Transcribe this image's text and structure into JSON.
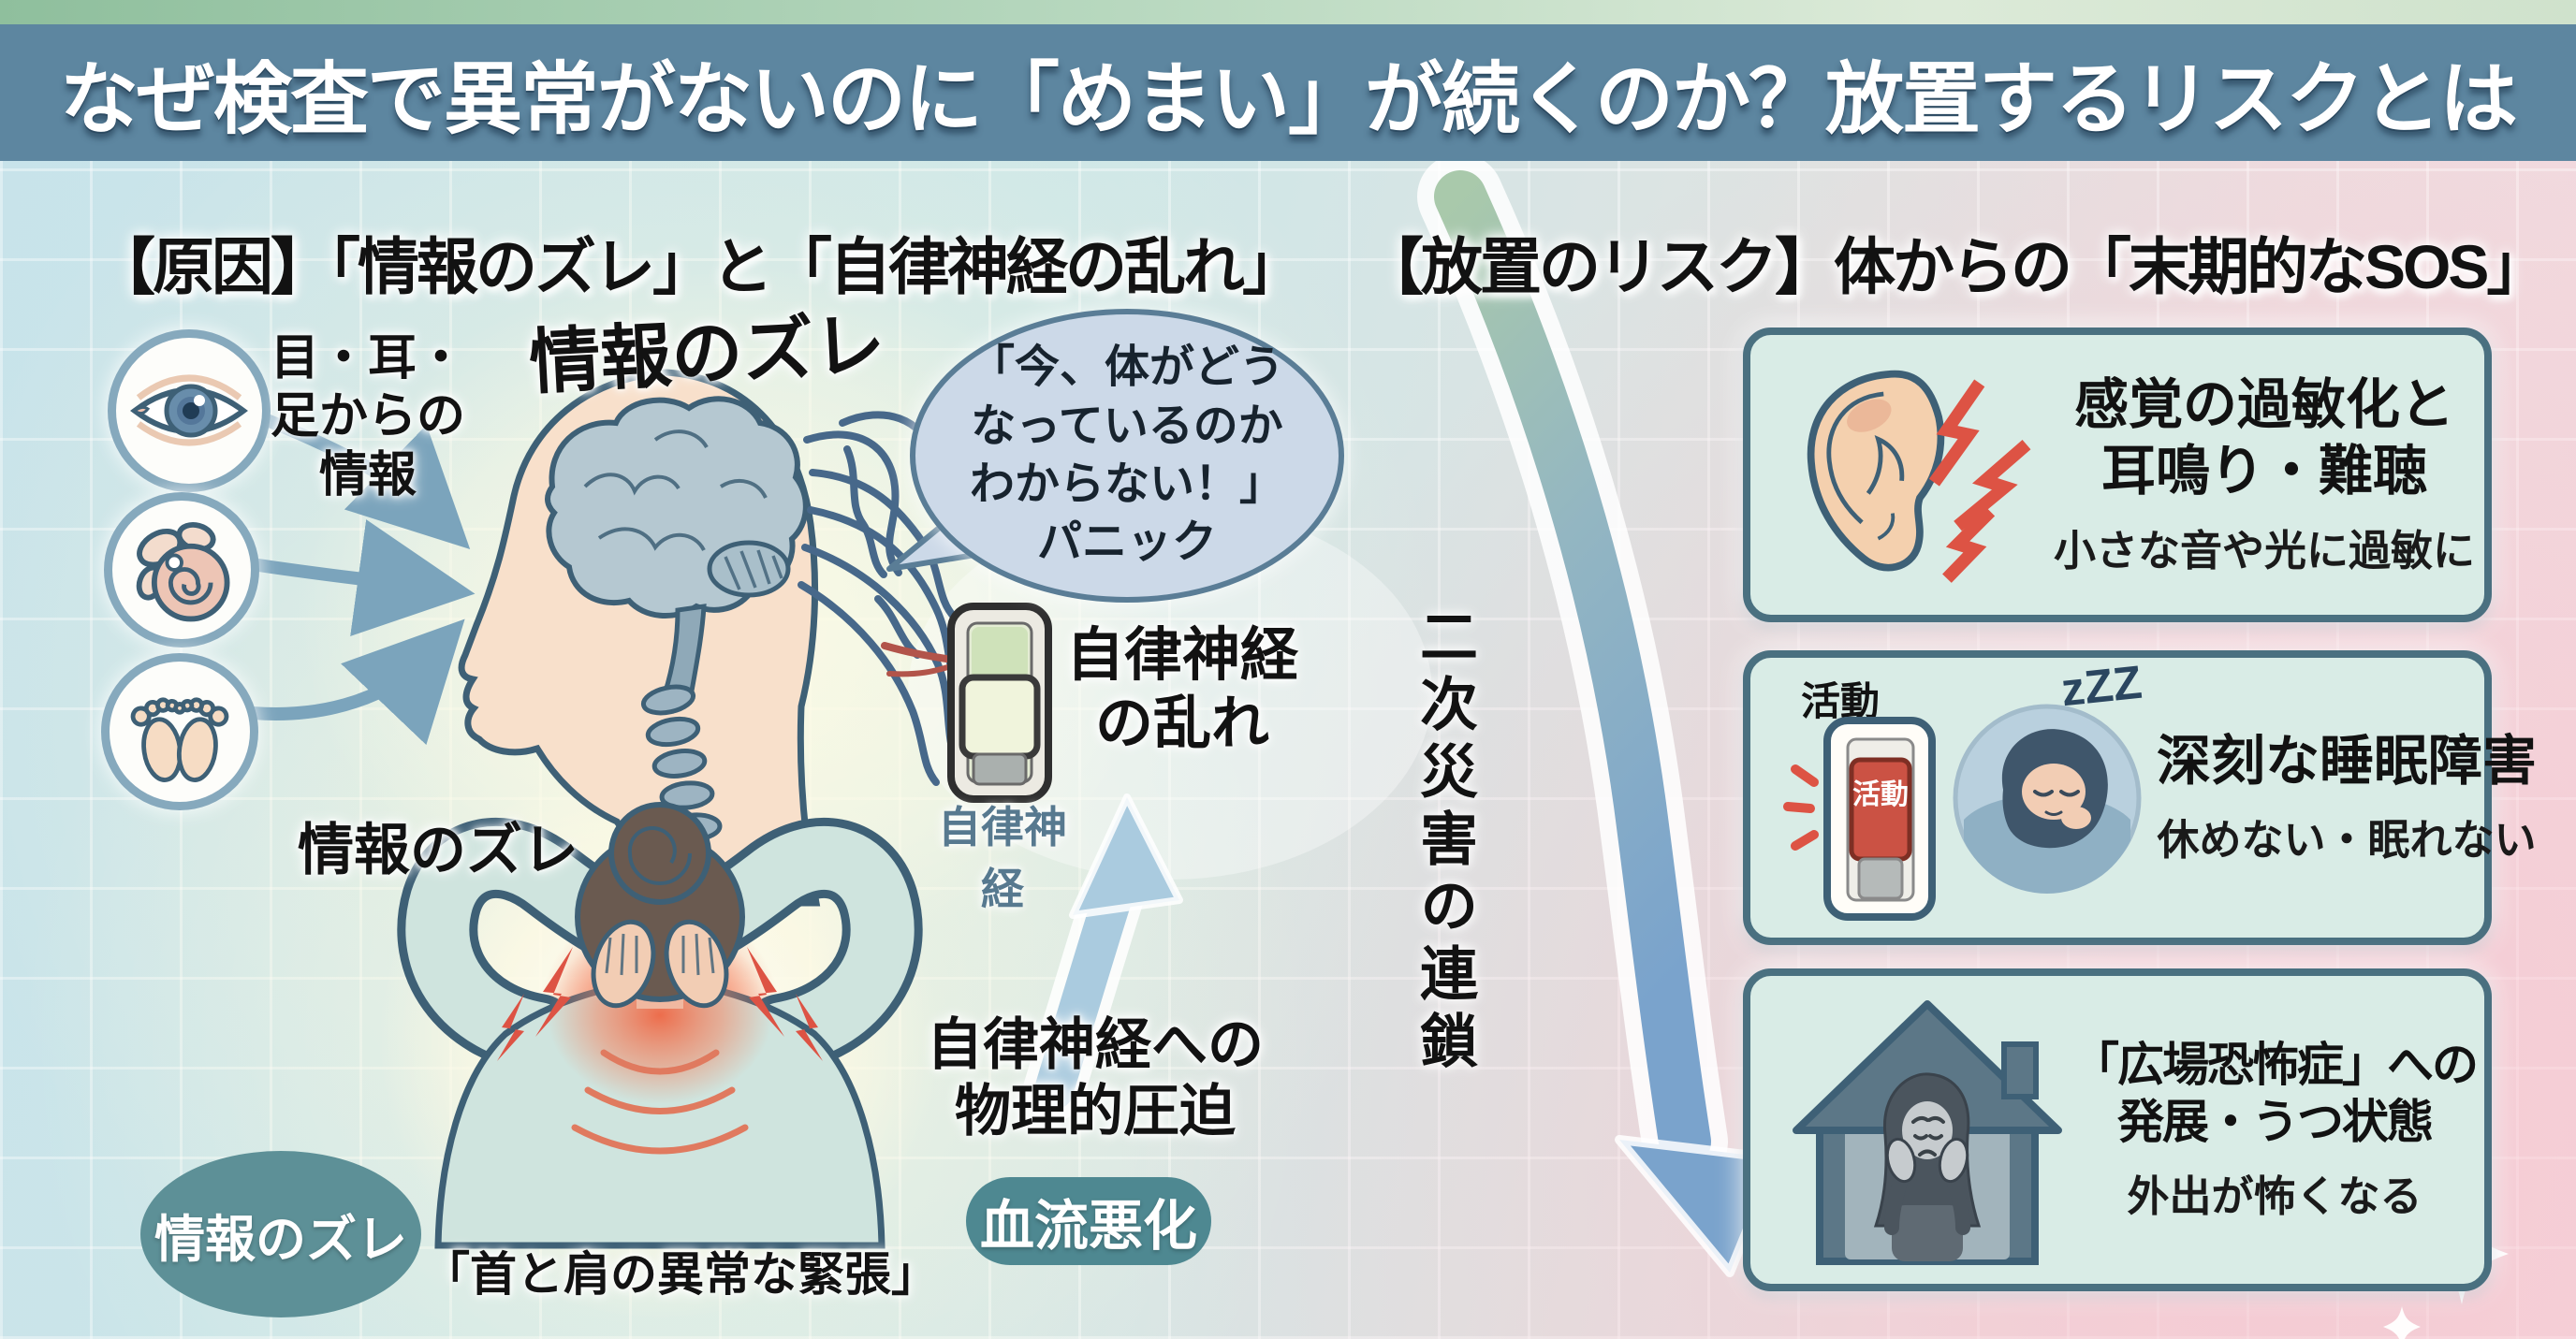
{
  "title": "なぜ検査で異常がないのに「めまい」が続くのか？放置するリスクとは",
  "left_section": {
    "header": "【原因】「情報のズレ」と「自律神経の乱れ」",
    "sensor_label_lines": [
      "目・耳・",
      "足からの",
      "情報"
    ],
    "info_gap_top": "情報のズレ",
    "info_gap_side": "情報のズレ",
    "speech_bubble_lines": [
      "「今、体がどう",
      "なっているのか",
      "わからない！」",
      "パニック"
    ],
    "switch_caption": "自律神経",
    "autonomic_disorder_lines": [
      "自律神経",
      "の乱れ"
    ],
    "pressure_lines": [
      "自律神経への",
      "物理的圧迫"
    ],
    "blood_flow_pill": "血流悪化",
    "info_gap_pill": "情報のズレ",
    "neck_caption": "「首と肩の異常な緊張」"
  },
  "middle": {
    "chain_label": "二次災害の連鎖"
  },
  "right_section": {
    "header": "【放置のリスク】体からの「末期的なSOS」",
    "cards": [
      {
        "icon": "ear-alert-icon",
        "title_lines": [
          "感覚の過敏化と",
          "耳鳴り・難聴"
        ],
        "subtitle": "小さな音や光に過敏に"
      },
      {
        "icon": "stuck-activity-switch-sleep-icon",
        "activity_label": "活動",
        "switch_text": "活動",
        "zzz": "zZZ",
        "title_lines": [
          "深刻な睡眠障害"
        ],
        "subtitle": "休めない・眠れない"
      },
      {
        "icon": "house-agoraphobia-icon",
        "title_lines": [
          "「広場恐怖症」への",
          "発展・うつ状態"
        ],
        "subtitle": "外出が怖くなる"
      }
    ]
  },
  "icons": {
    "sensors": [
      "eye-icon",
      "inner-ear-icon",
      "feet-icon"
    ],
    "left_scene": [
      "brain-head-icon",
      "nerve-tangle-icon",
      "autonomic-switch-icon",
      "neck-pain-woman-icon"
    ],
    "misc": [
      "down-chain-arrow-icon",
      "up-arrow-icon",
      "sparkle-icon"
    ]
  },
  "colors": {
    "banner_bg": "#5d86a0",
    "top_strip_green": "#a7cdb0",
    "background_blue": "#cde7e8",
    "background_pink": "#f4d8de",
    "card_bg": "#d9ece6",
    "card_border": "#4a7080",
    "blood_pill_bg": "#4e8891",
    "info_pill_bg": "#5d9097",
    "alert_red": "#dd5344",
    "arrow_blue": "#7aa3cc",
    "arrow_green": "#a8c8ab",
    "switch_caption_color": "#57798f",
    "bubble_bg": "#ccd9e8"
  }
}
